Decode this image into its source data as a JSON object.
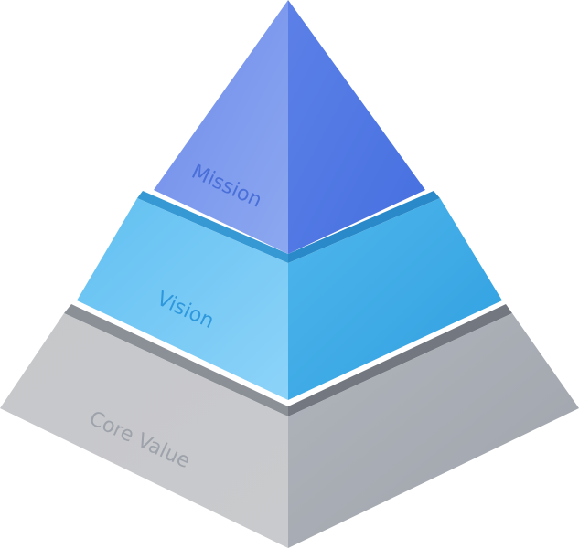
{
  "diagram": {
    "type": "pyramid",
    "tiers": [
      {
        "id": "mission",
        "label": "Mission",
        "label_color": "#4a6fd8",
        "colors": {
          "left_light": "#86a2ef",
          "left_dark": "#6c8ae9",
          "right_light": "#5a7fe6",
          "right_dark": "#4670e0",
          "edge": "#3f5fcf"
        }
      },
      {
        "id": "vision",
        "label": "Vision",
        "label_color": "#2f98dc",
        "colors": {
          "left_light": "#8ad2f8",
          "left_dark": "#5dbcee",
          "right_light": "#44aee9",
          "right_dark": "#2f9fe0",
          "edge": "#2b86c4"
        }
      },
      {
        "id": "core-value",
        "label": "Core Value",
        "label_color": "#9ea2ab",
        "colors": {
          "left_light": "#d0d1d4",
          "left_dark": "#b9bbbf",
          "right_light": "#a9adb5",
          "right_dark": "#999ea7",
          "edge": "#7d828a"
        }
      }
    ]
  }
}
